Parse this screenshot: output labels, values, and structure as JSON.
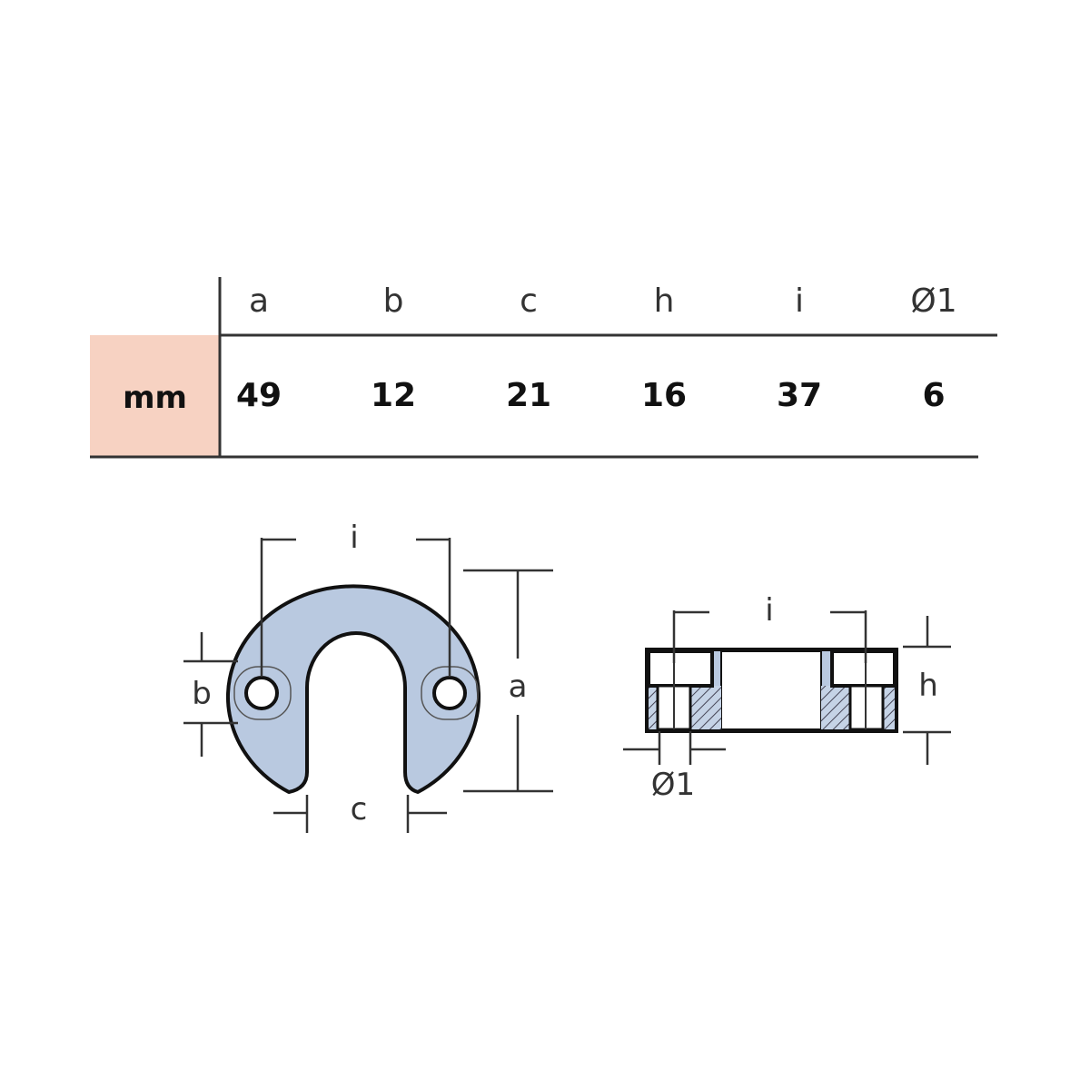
{
  "table": {
    "unit": "mm",
    "columns": [
      "a",
      "b",
      "c",
      "h",
      "i",
      "Ø1"
    ],
    "values": [
      "49",
      "12",
      "21",
      "16",
      "37",
      "6"
    ]
  },
  "drawing": {
    "front_view_labels": {
      "i": "i",
      "a": "a",
      "b": "b",
      "c": "c"
    },
    "side_view_labels": {
      "i": "i",
      "h": "h",
      "d": "Ø1"
    },
    "part_fill": "#b9c9e0",
    "line_color": "#111111",
    "dim_line_color": "#333333"
  }
}
